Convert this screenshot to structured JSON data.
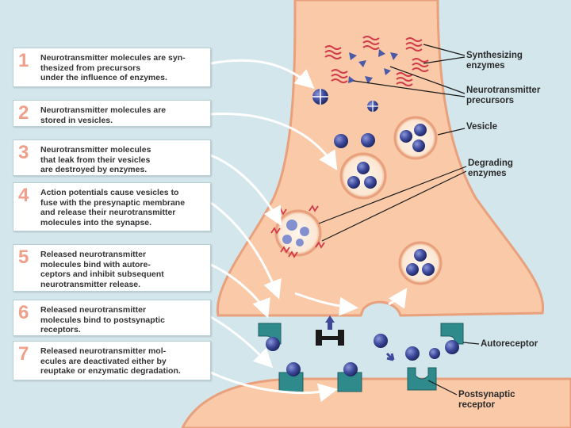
{
  "steps": [
    {
      "number": "1",
      "text": "Neurotransmitter molecules are syn-\nthesized from precursors\nunder the influence of enzymes."
    },
    {
      "number": "2",
      "text": "Neurotransmitter molecules are\nstored in vesicles."
    },
    {
      "number": "3",
      "text": "Neurotransmitter molecules\nthat leak from their vesicles\nare destroyed by enzymes."
    },
    {
      "number": "4",
      "text": "Action potentials cause vesicles to\nfuse with the presynaptic membrane\nand release their neurotransmitter\nmolecules into the synapse."
    },
    {
      "number": "5",
      "text": "Released neurotransmitter\nmolecules bind with autore-\nceptors and inhibit subsequent\nneurotransmitter release."
    },
    {
      "number": "6",
      "text": "Released neurotransmitter\nmolecules bind to postsynaptic\nreceptors."
    },
    {
      "number": "7",
      "text": "Released neurotransmitter mol-\necules are deactivated either by\nreuptake or enzymatic degradation."
    }
  ],
  "labels": {
    "synthesizing_enzymes": "Synthesizing\nenzymes",
    "neurotransmitter_precursors": "Neurotransmitter\nprecursors",
    "vesicle": "Vesicle",
    "degrading_enzymes": "Degrading\nenzymes",
    "autoreceptor": "Autoreceptor",
    "postsynaptic_receptor": "Postsynaptic\nreceptor"
  },
  "colors": {
    "background": "#d3e6ec",
    "neuron_fill": "#f9c9a8",
    "neuron_edge": "#e9a07c",
    "neurotransmitter": "#3d4a9c",
    "receptor": "#2f8a8c",
    "enzyme": "#d23a4a",
    "step_number": "#f0a08a"
  }
}
